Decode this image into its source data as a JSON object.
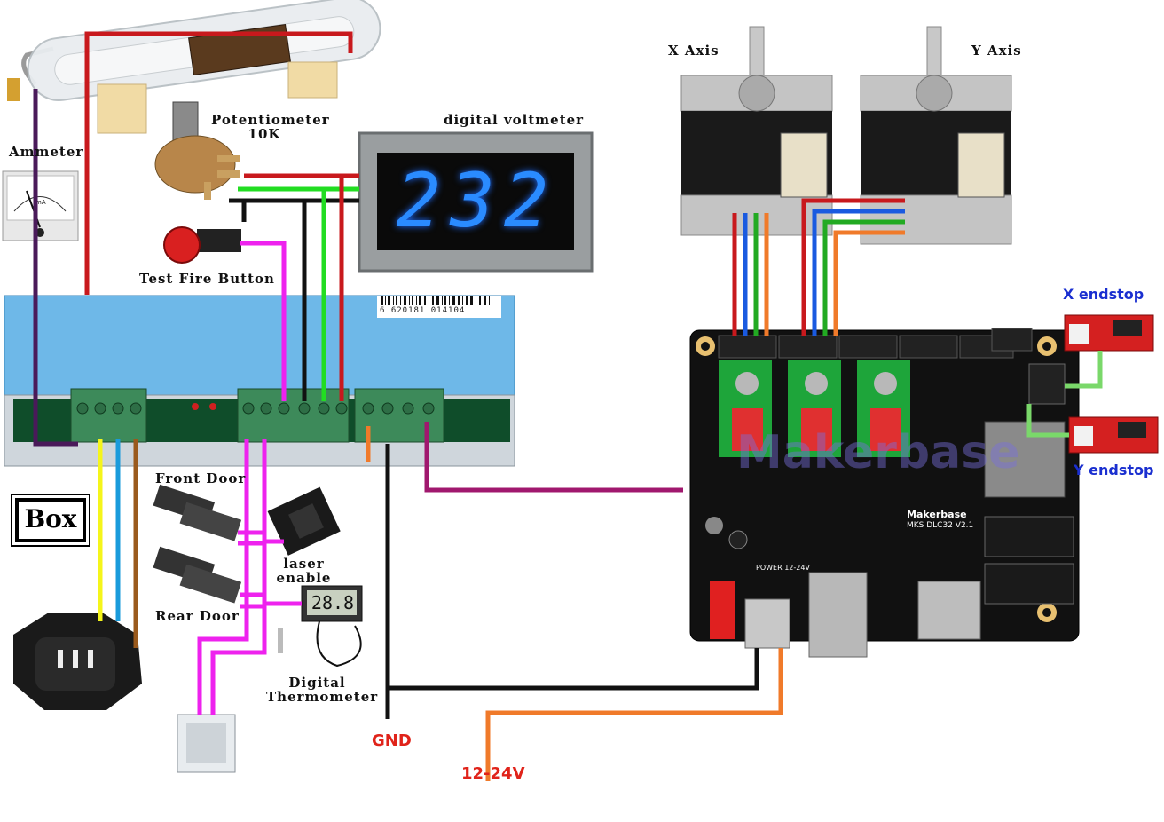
{
  "labels": {
    "ammeter": "Ammeter",
    "potentiometer_line1": "Potentiometer",
    "potentiometer_line2": "10K",
    "digital_voltmeter": "digital voltmeter",
    "test_fire_button": "Test Fire Button",
    "x_axis": "X Axis",
    "y_axis": "Y Axis",
    "x_endstop": "X endstop",
    "y_endstop": "Y endstop",
    "front_door": "Front Door",
    "rear_door": "Rear Door",
    "laser_enable_line1": "laser",
    "laser_enable_line2": "enable",
    "digital_thermometer_line1": "Digital",
    "digital_thermometer_line2": "Thermometer",
    "box": "Box",
    "gnd": "GND",
    "supply_voltage": "12-24V"
  },
  "displays": {
    "voltmeter_reading": "232",
    "thermometer_reading": "28.8"
  },
  "printed": {
    "psu_barcode": "6 620181 014104",
    "board_brand": "Makerbase",
    "board_model": "MKS DLC32 V2.1",
    "board_power": "POWER 12-24V",
    "board_watermark": "Makerbase"
  },
  "wire_colors": {
    "red": "#c8191d",
    "black": "#111111",
    "green": "#22dd22",
    "magenta": "#ee22ee",
    "yellow": "#f5f51a",
    "blue": "#1a9bdb",
    "brown": "#9a5a1d",
    "orange": "#f07a2a",
    "purple": "#4a1a5a",
    "light_green": "#7ad86a",
    "dark_magenta": "#a0186e"
  }
}
